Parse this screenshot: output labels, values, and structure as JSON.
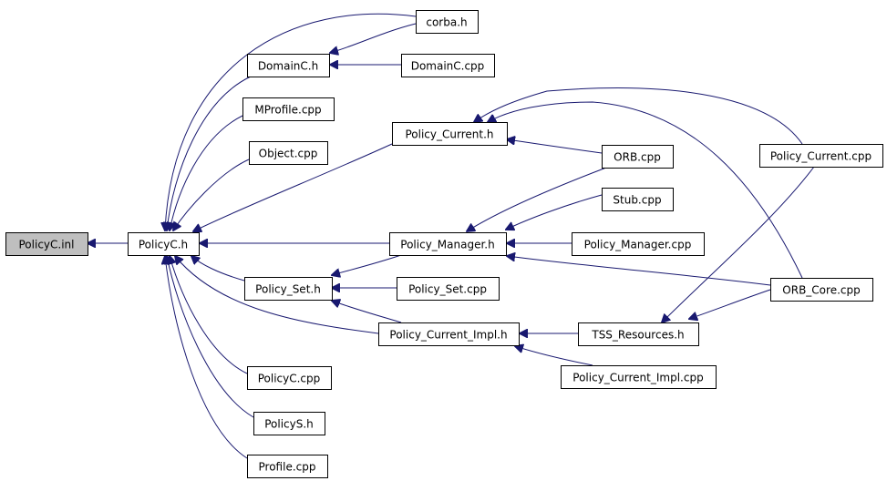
{
  "diagram": {
    "edge_color": "#191970",
    "nodes": [
      {
        "id": "policyc_inl",
        "label": "PolicyC.inl",
        "root": true
      },
      {
        "id": "policyc_h",
        "label": "PolicyC.h"
      },
      {
        "id": "corba_h",
        "label": "corba.h"
      },
      {
        "id": "domainc_h",
        "label": "DomainC.h"
      },
      {
        "id": "domainc_cpp",
        "label": "DomainC.cpp"
      },
      {
        "id": "mprofile_cpp",
        "label": "MProfile.cpp"
      },
      {
        "id": "object_cpp",
        "label": "Object.cpp"
      },
      {
        "id": "policy_current_h",
        "label": "Policy_Current.h"
      },
      {
        "id": "orb_cpp",
        "label": "ORB.cpp"
      },
      {
        "id": "policy_current_cpp",
        "label": "Policy_Current.cpp"
      },
      {
        "id": "stub_cpp",
        "label": "Stub.cpp"
      },
      {
        "id": "policy_manager_h",
        "label": "Policy_Manager.h"
      },
      {
        "id": "policy_manager_cpp",
        "label": "Policy_Manager.cpp"
      },
      {
        "id": "orb_core_cpp",
        "label": "ORB_Core.cpp"
      },
      {
        "id": "policy_set_h",
        "label": "Policy_Set.h"
      },
      {
        "id": "policy_set_cpp",
        "label": "Policy_Set.cpp"
      },
      {
        "id": "policy_current_impl_h",
        "label": "Policy_Current_Impl.h"
      },
      {
        "id": "tss_resources_h",
        "label": "TSS_Resources.h",
        "highlight": "#ff0000"
      },
      {
        "id": "policy_current_impl_cpp",
        "label": "Policy_Current_Impl.cpp"
      },
      {
        "id": "policyc_cpp",
        "label": "PolicyC.cpp"
      },
      {
        "id": "policys_h",
        "label": "PolicyS.h"
      },
      {
        "id": "profile_cpp",
        "label": "Profile.cpp"
      }
    ],
    "edges": [
      {
        "from": "policyc_h",
        "to": "policyc_inl"
      },
      {
        "from": "corba_h",
        "to": "policyc_h"
      },
      {
        "from": "domainc_h",
        "to": "policyc_h"
      },
      {
        "from": "mprofile_cpp",
        "to": "policyc_h"
      },
      {
        "from": "object_cpp",
        "to": "policyc_h"
      },
      {
        "from": "policy_current_h",
        "to": "policyc_h"
      },
      {
        "from": "policy_manager_h",
        "to": "policyc_h"
      },
      {
        "from": "policy_set_h",
        "to": "policyc_h"
      },
      {
        "from": "policy_current_impl_h",
        "to": "policyc_h"
      },
      {
        "from": "policyc_cpp",
        "to": "policyc_h"
      },
      {
        "from": "policys_h",
        "to": "policyc_h"
      },
      {
        "from": "profile_cpp",
        "to": "policyc_h"
      },
      {
        "from": "corba_h",
        "to": "domainc_h"
      },
      {
        "from": "domainc_cpp",
        "to": "domainc_h"
      },
      {
        "from": "orb_cpp",
        "to": "policy_current_h"
      },
      {
        "from": "policy_current_cpp",
        "to": "policy_current_h"
      },
      {
        "from": "orb_core_cpp",
        "to": "policy_current_h"
      },
      {
        "from": "orb_cpp",
        "to": "policy_manager_h"
      },
      {
        "from": "stub_cpp",
        "to": "policy_manager_h"
      },
      {
        "from": "policy_manager_cpp",
        "to": "policy_manager_h"
      },
      {
        "from": "orb_core_cpp",
        "to": "policy_manager_h"
      },
      {
        "from": "policy_manager_h",
        "to": "policy_set_h"
      },
      {
        "from": "policy_set_cpp",
        "to": "policy_set_h"
      },
      {
        "from": "policy_current_impl_h",
        "to": "policy_set_h"
      },
      {
        "from": "tss_resources_h",
        "to": "policy_current_impl_h"
      },
      {
        "from": "policy_current_impl_cpp",
        "to": "policy_current_impl_h"
      },
      {
        "from": "policy_current_cpp",
        "to": "tss_resources_h"
      },
      {
        "from": "orb_core_cpp",
        "to": "tss_resources_h"
      }
    ]
  }
}
